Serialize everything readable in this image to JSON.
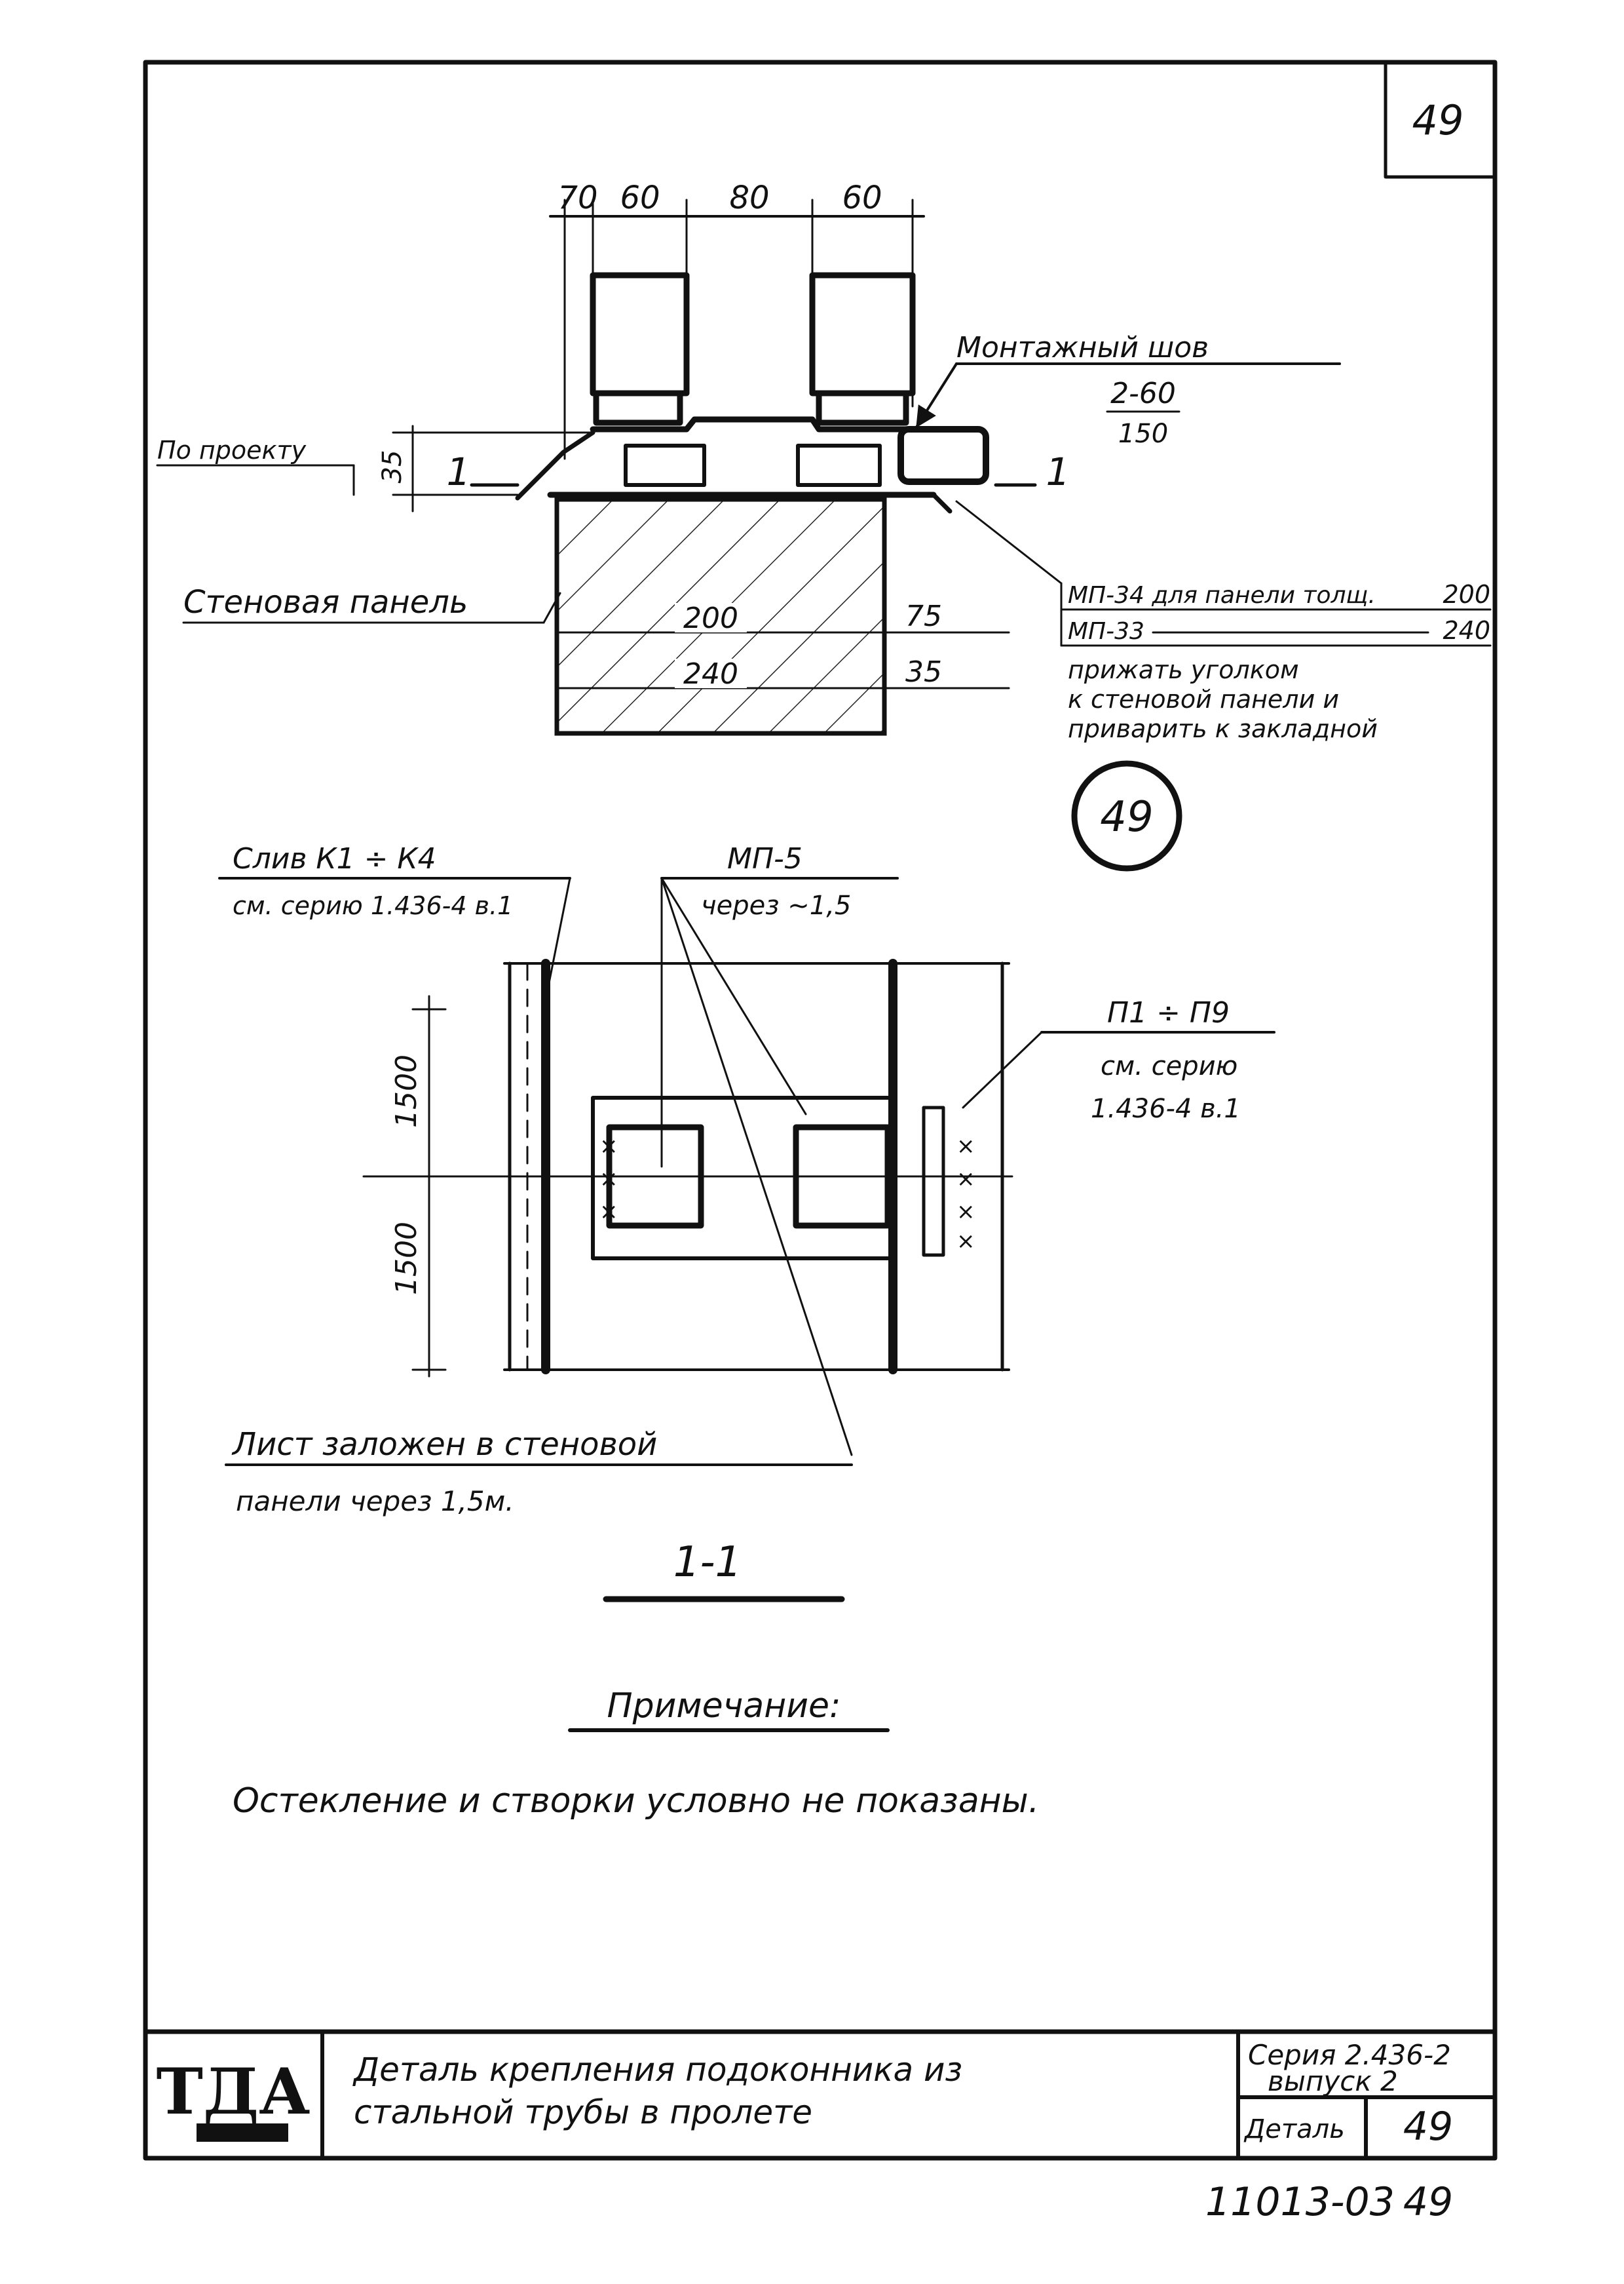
{
  "page_number": "49",
  "section": {
    "number": "1-1",
    "dims_top": [
      "70",
      "60",
      "80",
      "60"
    ],
    "by_project_label": "По проекту",
    "dim_35_left": "35",
    "weld_label": "Монтажный шов",
    "weld_num": "2-60",
    "weld_den": "150",
    "wall_panel_label": "Стеновая панель",
    "panel_dim_200": "200",
    "panel_dim_240": "240",
    "panel_dim_75": "75",
    "panel_dim_35": "35",
    "mp34_label": "МП-34 для панели толщ.",
    "mp34_value": "200",
    "mp33_label": "МП-33",
    "mp33_value": "240",
    "press_note_1": "прижать уголком",
    "press_note_2": "к стеновой панели и",
    "press_note_3": "приварить к закладной",
    "cut_mark": "1",
    "detail_circle": "49"
  },
  "elevation": {
    "slab_label": "Слив К1 ÷ К4",
    "slab_ref": "см. серию 1.436-4 в.1",
    "mp5_label": "МП-5",
    "mp5_spacing": "через ~1,5",
    "p_label": "П1 ÷ П9",
    "p_ref_1": "см. серию",
    "p_ref_2": "1.436-4 в.1",
    "dim_upper": "1500",
    "dim_lower": "1500",
    "sheet_note_1": "Лист заложен в стеновой",
    "sheet_note_2": "панели через 1,5м."
  },
  "note": {
    "title": "Примечание:",
    "text": "Остекление и створки условно не показаны."
  },
  "title_block": {
    "logo": "ТДА",
    "title_line_1": "Деталь крепления подоконника из",
    "title_line_2": "стальной трубы в пролете",
    "series_1": "Серия 2.436-2",
    "series_2": "выпуск 2",
    "detail_label": "Деталь",
    "detail_number": "49",
    "code": "11013-03",
    "code_sheet": "49"
  }
}
